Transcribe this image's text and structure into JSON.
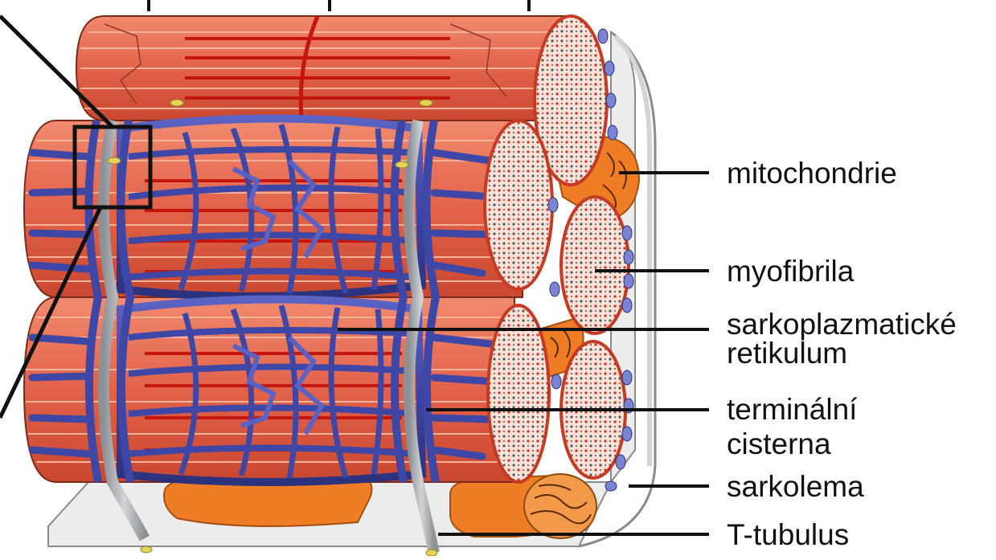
{
  "labels": {
    "mitochondrie": "mitochondrie",
    "myofibrila": "myofibrila",
    "sr_line1": "sarkoplazmatické",
    "sr_line2": "retikulum",
    "tc_line1": "terminální",
    "tc_line2": "cisterna",
    "sarkolema": "sarkolema",
    "t_tubulus": "T-tubulus"
  },
  "colors": {
    "myofibril": "#e2624a",
    "myofibril_dark": "#b8331e",
    "myofibril_light": "#f29a7e",
    "reticulum": "#3e46a6",
    "reticulum_light": "#8f94d6",
    "t_tubule": "#a3a6ab",
    "mitochondrion": "#ef7d25",
    "sarcolemma": "#ececec",
    "leader_line": "#111111"
  }
}
